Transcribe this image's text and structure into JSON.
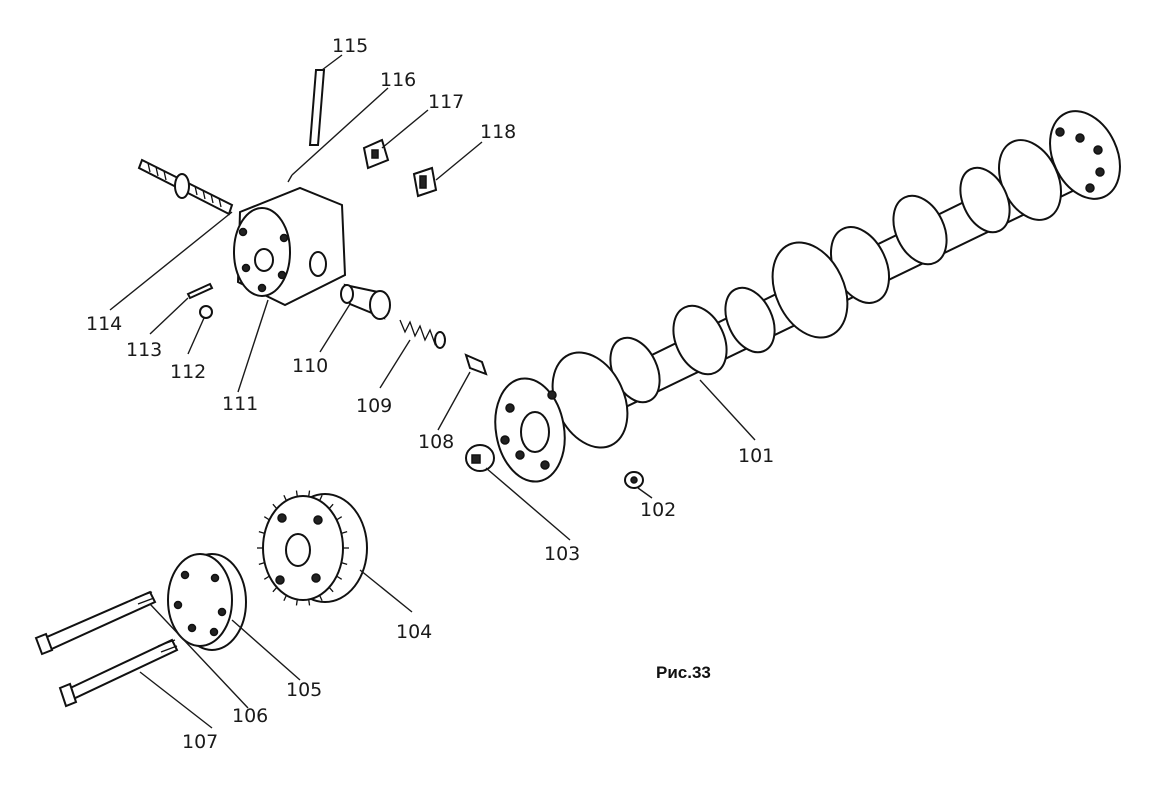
{
  "caption": "Рис.33",
  "callouts": [
    {
      "id": "101",
      "text": "101"
    },
    {
      "id": "102",
      "text": "102"
    },
    {
      "id": "103",
      "text": "103"
    },
    {
      "id": "104",
      "text": "104"
    },
    {
      "id": "105",
      "text": "105"
    },
    {
      "id": "106",
      "text": "106"
    },
    {
      "id": "107",
      "text": "107"
    },
    {
      "id": "108",
      "text": "108"
    },
    {
      "id": "109",
      "text": "109"
    },
    {
      "id": "110",
      "text": "110"
    },
    {
      "id": "111",
      "text": "111"
    },
    {
      "id": "112",
      "text": "112"
    },
    {
      "id": "113",
      "text": "113"
    },
    {
      "id": "114",
      "text": "114"
    },
    {
      "id": "115",
      "text": "115"
    },
    {
      "id": "116",
      "text": "116"
    },
    {
      "id": "117",
      "text": "117"
    },
    {
      "id": "118",
      "text": "118"
    }
  ]
}
